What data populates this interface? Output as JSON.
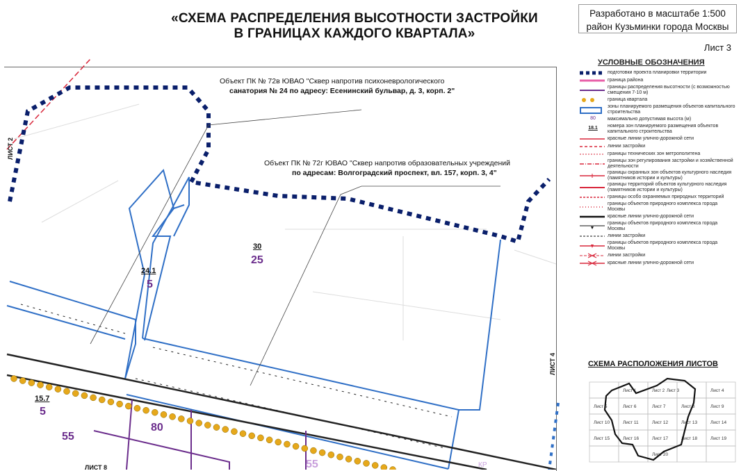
{
  "header": {
    "title_line1": "«СХЕМА РАСПРЕДЕЛЕНИЯ ВЫСОТНОСТИ ЗАСТРОЙКИ",
    "title_line2": "В ГРАНИЦАХ КАЖДОГО КВАРТАЛА»",
    "scale_line1": "Разработано в масштабе 1:500",
    "scale_line2": "район Кузьминки города Москвы",
    "sheet": "Лист 3"
  },
  "callouts": {
    "a_line1_prefix": "Объект ПК № 72в  ЮВАО \"Сквер напротив психоневрологического",
    "a_line2": "санатория № 24 по адресу: Есенинский бульвар, д. 3, корп. 2\"",
    "b_line1": "Объект ПК № 72г  ЮВАО \"Сквер напротив образовательных учреждений",
    "b_line2": "по адресам: Волгоградский проспект, вл. 157, корп. 3, 4\""
  },
  "zones": [
    {
      "num": "30",
      "height": "25"
    },
    {
      "num": "24.1",
      "height": "5"
    },
    {
      "num": "15.7",
      "height": "5"
    },
    {
      "num": "",
      "height": "55"
    },
    {
      "num": "",
      "height": "80"
    },
    {
      "num": "",
      "height": "55"
    }
  ],
  "side_labels": {
    "left": "ЛИСТ 2",
    "right": "ЛИСТ 4",
    "bottom": "ЛИСТ 8",
    "bottom_right": "КР"
  },
  "legend": {
    "title": "УСЛОВНЫЕ ОБОЗНАЧЕНИЯ",
    "items": [
      "подготовки проекта планировки территории",
      "граница района",
      "границы распределения высотности (с возможностью смещения 7-10 м)",
      "граница квартала",
      "зоны планируемого размещения объектов капитального строительства",
      "максимально допустимая высота (м)",
      "номера зон планируемого размещения объектов капитального строительства",
      "красные линии улично-дорожной сети",
      "линии застройки",
      "границы технических зон метрополитена",
      "границы зон регулирования застройки и хозяйственной деятельности",
      "границы охранных зон объектов культурного наследия (памятников истории и культуры)",
      "границы территорий объектов культурного наследия (памятников истории и культуры)",
      "границы особо охраняемых природных территорий",
      "границы объектов природного комплекса города Москвы",
      "красные линии улично-дорожной сети",
      "границы объектов природного комплекса города Москвы",
      "линии застройки",
      "границы объектов природного комплекса города Москвы",
      "линии застройки",
      "красные линии улично-дорожной сети"
    ],
    "sym_80": "80",
    "sym_18": "18.1"
  },
  "sheet_index": {
    "title": "СХЕМА РАСПОЛОЖЕНИЯ ЛИСТОВ",
    "cells": [
      [
        "",
        "Лист 1",
        "",
        "",
        "Лист 4"
      ],
      [
        "Лист 5",
        "Лист 6",
        "Лист 7",
        "Лист 8",
        "Лист 9"
      ],
      [
        "Лист 10",
        "Лист 11",
        "Лист 12",
        "Лист 13",
        "Лист 14"
      ],
      [
        "Лист 15",
        "Лист 16",
        "Лист 17",
        "Лист 18",
        "Лист 19"
      ],
      [
        "",
        "",
        "Лист 20",
        "",
        ""
      ]
    ],
    "top_small": [
      "Лист 2",
      "Лист 3"
    ]
  },
  "colors": {
    "boundary": "#0a1f6b",
    "blue": "#2f6fc6",
    "red": "#d8263a",
    "pink": "#e85fa8",
    "purple": "#6b2d8c",
    "dot": "#e6a81b"
  }
}
